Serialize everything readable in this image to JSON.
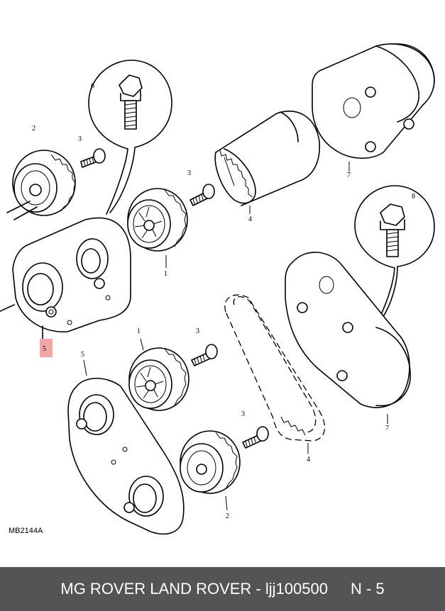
{
  "diagram": {
    "drawing_code": "MB2144A",
    "callouts": {
      "p1a": "1",
      "p1b": "1",
      "p2a": "2",
      "p2b": "2",
      "p3a": "3",
      "p3b": "3",
      "p3c": "3",
      "p3d": "3",
      "p4a": "4",
      "p4b": "4",
      "p5a": "5",
      "p5b": "5",
      "p6": "6",
      "p7a": "7",
      "p7b": "7",
      "p8": "8"
    },
    "highlight_color": "#f4a6a6"
  },
  "footer": {
    "caption": "MG ROVER LAND ROVER - ljj100500",
    "position": "N - 5",
    "background": "#545454"
  }
}
